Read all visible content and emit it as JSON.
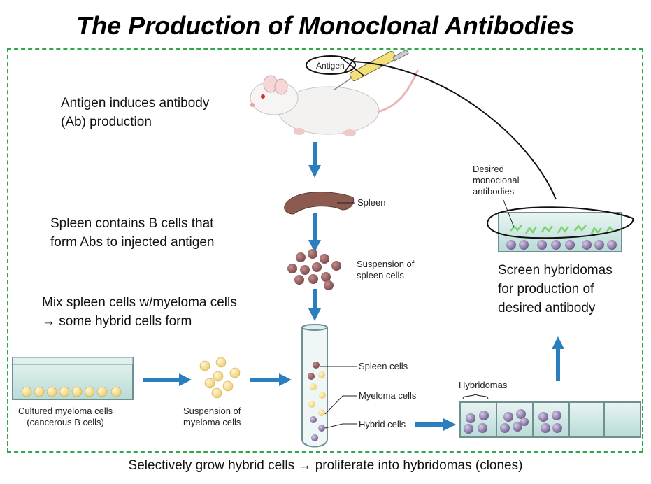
{
  "title": "The Production of Monoclonal Antibodies",
  "notes": {
    "antigen_line1": "Antigen induces antibody",
    "antigen_line2": "(Ab) production",
    "spleen_line1": "Spleen contains B cells that",
    "spleen_line2": "form Abs to injected antigen",
    "mix_line1": "Mix spleen cells w/myeloma cells",
    "mix_line2": "→ some hybrid cells form",
    "screen_line1": "Screen hybridomas",
    "screen_line2": "for production of",
    "screen_line3": "desired antibody"
  },
  "labels": {
    "antigen": "Antigen",
    "spleen": "Spleen",
    "suspension_spleen_1": "Suspension of",
    "suspension_spleen_2": "spleen cells",
    "desired_1": "Desired",
    "desired_2": "monoclonal",
    "desired_3": "antibodies",
    "cultured_1": "Cultured myeloma cells",
    "cultured_2": "(cancerous B cells)",
    "suspension_myeloma_1": "Suspension of",
    "suspension_myeloma_2": "myeloma cells",
    "spleen_cells": "Spleen cells",
    "myeloma_cells": "Myeloma cells",
    "hybrid_cells": "Hybrid cells",
    "hybridomas": "Hybridomas"
  },
  "footer": "Selectively grow hybrid cells → proliferate into hybridomas (clones)",
  "colors": {
    "frame": "#2fa84a",
    "arrow": "#2b7fbf",
    "spleen_cell": "#8b5a5a",
    "myeloma_cell": "#f7dc8a",
    "hybrid_cell": "#8e7aa8",
    "antibody": "#7cd36a"
  }
}
